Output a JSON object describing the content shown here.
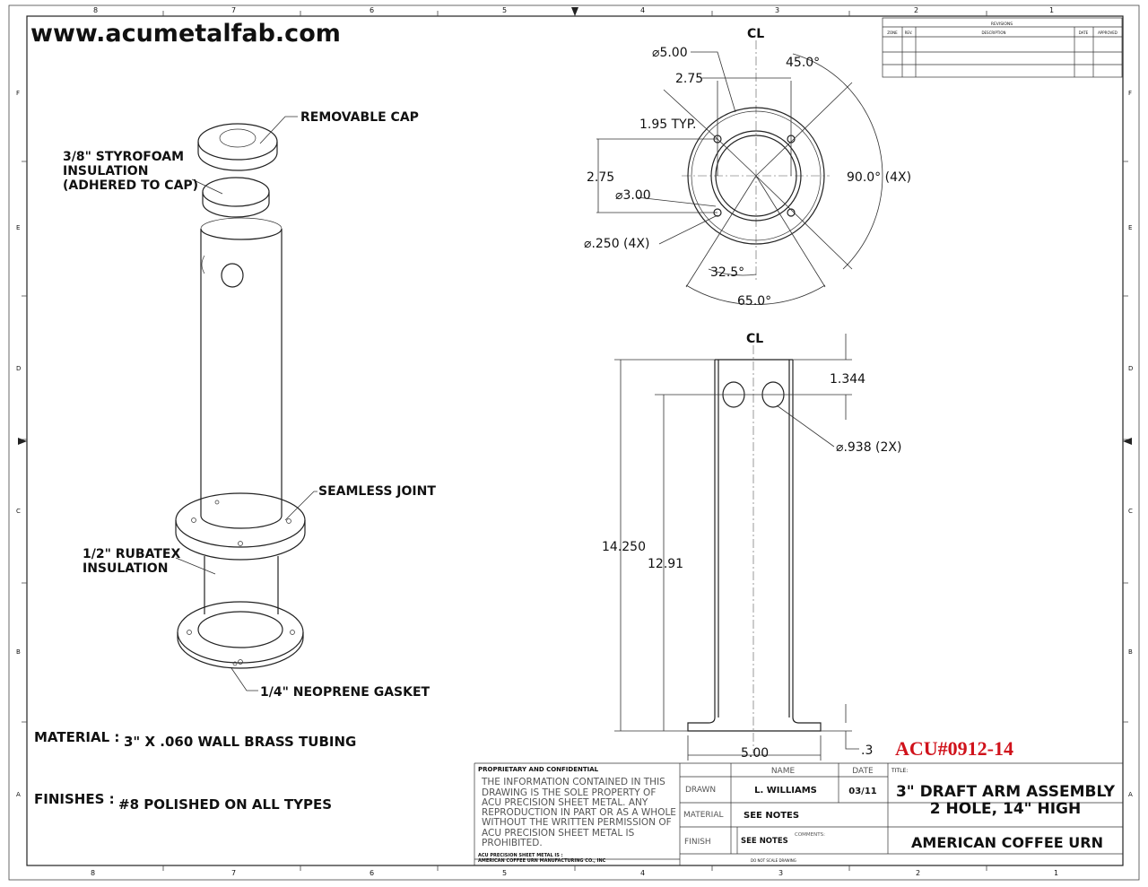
{
  "website": "www.acumetalfab.com",
  "zones_top": [
    "8",
    "7",
    "6",
    "5",
    "4",
    "3",
    "2",
    "1"
  ],
  "zones_side": [
    "F",
    "E",
    "D",
    "C",
    "B",
    "A"
  ],
  "revisions": {
    "title": "REVISIONS",
    "columns": [
      "ZONE",
      "REV.",
      "DESCRIPTION",
      "DATE",
      "APPROVED"
    ]
  },
  "callouts": {
    "cap": "REMOVABLE CAP",
    "styrofoam_1": "3/8\" STYROFOAM",
    "styrofoam_2": "INSULATION",
    "styrofoam_3": "(ADHERED TO CAP)",
    "joint": "SEAMLESS JOINT",
    "rubatex_1": "1/2\" RUBATEX",
    "rubatex_2": "INSULATION",
    "gasket": "1/4\" NEOPRENE GASKET"
  },
  "top_view": {
    "centerline": "CL",
    "dia_outer": "5.00",
    "bolt_spacing": "2.75",
    "angle_45": "45.0°",
    "typ": "1.95 TYP.",
    "vertical_spacing": "2.75",
    "dia_inner": "3.00",
    "hole_dia": ".250 (4X)",
    "angle_90": "90.0° (4X)",
    "angle_32": "32.5°",
    "angle_65": "65.0°"
  },
  "side_view": {
    "centerline": "CL",
    "hole_offset": "1.344",
    "hole_dia": ".938 (2X)",
    "height": "14.250",
    "hole_height": "12.91",
    "flange_width": "5.00",
    "flange_thickness": ".3"
  },
  "part_number": "ACU#0912-14",
  "notes": {
    "material_label": "MATERIAL :",
    "material_value": "3\" X .060 WALL BRASS TUBING",
    "finishes_label": "FINISHES :",
    "finishes_value": "#8 POLISHED ON ALL TYPES"
  },
  "title_block": {
    "proprietary_heading": "PROPRIETARY AND CONFIDENTIAL",
    "proprietary_lines": [
      "THE INFORMATION CONTAINED IN THIS",
      "DRAWING IS THE SOLE PROPERTY OF",
      "ACU PRECISION SHEET METAL.  ANY",
      "REPRODUCTION IN PART OR AS A WHOLE",
      "WITHOUT THE WRITTEN PERMISSION OF",
      "ACU PRECISION SHEET METAL IS",
      "PROHIBITED."
    ],
    "company_line1": "ACU PRECISION SHEET METAL IS :",
    "company_line2": "AMERICAN COFFEE URN MANUFACTURING CO., INC",
    "name_header": "NAME",
    "date_header": "DATE",
    "drawn_label": "DRAWN",
    "drawn_name": "L. WILLIAMS",
    "drawn_date": "03/11",
    "material_label": "MATERIAL",
    "material_value": "SEE NOTES",
    "finish_label": "FINISH",
    "finish_value": "SEE NOTES",
    "comments_label": "COMMENTS:",
    "do_not_scale": "DO NOT SCALE DRAWING",
    "title_label": "TITLE:",
    "title_line1": "3\" DRAFT ARM ASSEMBLY",
    "title_line2": "2 HOLE, 14\" HIGH",
    "customer": "AMERICAN COFFEE URN"
  }
}
